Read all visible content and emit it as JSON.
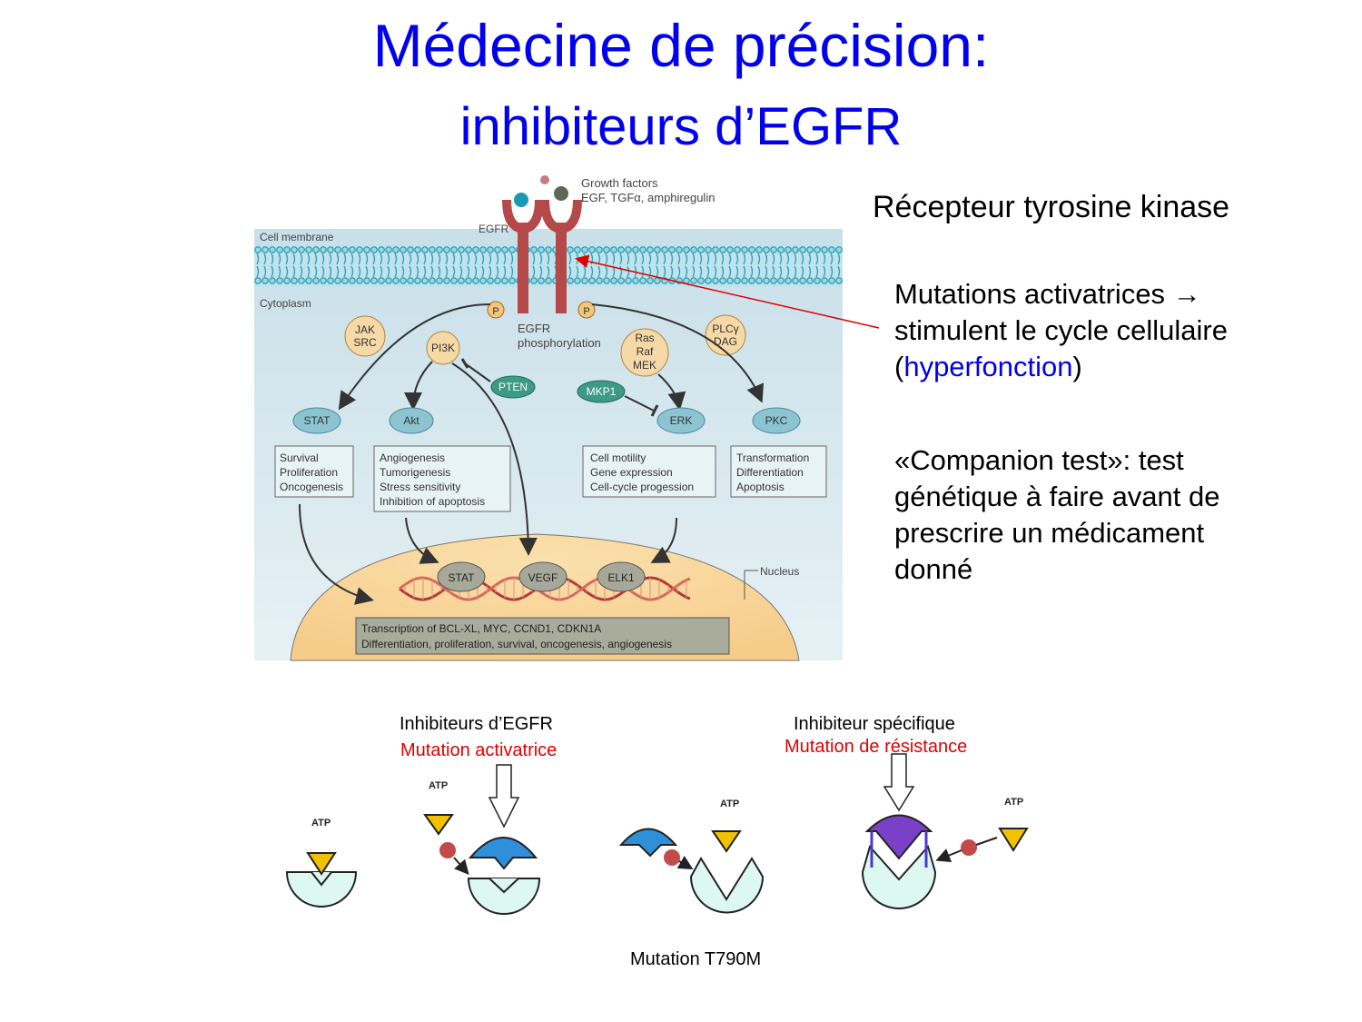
{
  "title": {
    "line1": "Médecine de précision:",
    "line2": "inhibiteurs d’EGFR"
  },
  "right": {
    "heading": "Récepteur tyrosine kinase",
    "para1": {
      "pre": "Mutations activatrices ",
      "arrow": "→",
      "line2": "stimulent le cycle cellulaire",
      "open": "(",
      "highlight": "hyperfonction",
      "close": ")"
    },
    "para2": [
      "«Companion test»: test",
      "génétique à faire avant de",
      "prescrire un médicament",
      "donné"
    ]
  },
  "pathway": {
    "growth_factors": "Growth factors",
    "growth_factors_list": "EGF, TGFα, amphiregulin",
    "egfr": "EGFR",
    "cell_membrane": "Cell membrane",
    "cytoplasm": "Cytoplasm",
    "p": "P",
    "egfr_phos_1": "EGFR",
    "egfr_phos_2": "phosphorylation",
    "jak": "JAK",
    "src": "SRC",
    "pi3k": "PI3K",
    "ras": "Ras",
    "raf": "Raf",
    "mek": "MEK",
    "plcy": "PLCγ",
    "dag": "DAG",
    "pten": "PTEN",
    "mkp1": "MKP1",
    "stat": "STAT",
    "akt": "Akt",
    "erk": "ERK",
    "pkc": "PKC",
    "box1": [
      "Survival",
      "Proliferation",
      "Oncogenesis"
    ],
    "box2": [
      "Angiogenesis",
      "Tumorigenesis",
      "Stress sensitivity",
      "Inhibition of apoptosis"
    ],
    "box3": [
      "Cell motility",
      "Gene expression",
      "Cell-cycle progession"
    ],
    "box4": [
      "Transformation",
      "Differentiation",
      "Apoptosis"
    ],
    "nucleus": "Nucleus",
    "dna_stat": "STAT",
    "dna_vegf": "VEGF",
    "dna_elk1": "ELK1",
    "transcription_1": "Transcription of BCL-XL, MYC, CCND1, CDKN1A",
    "transcription_2": "Differentiation, proliferation, survival, oncogenesis, angiogenesis"
  },
  "bottom": {
    "label_inhib": "Inhibiteurs d’EGFR",
    "label_mut_act": "Mutation activatrice",
    "label_inhib_spec": "Inhibiteur spécifique",
    "label_mut_res": "Mutation de résistance",
    "label_t790m": "Mutation T790M",
    "atp": "ATP"
  },
  "colors": {
    "title": "#0000ee",
    "red": "#e00000",
    "receptor": "#b5494a",
    "node_fill": "#f6d9a6",
    "oval_fill": "#8cc4d2",
    "pocket_fill": "#ddf8f1",
    "atp_fill": "#f2c200",
    "drug_blue": "#2f8fd8",
    "drug_purple": "#7a40c8"
  }
}
